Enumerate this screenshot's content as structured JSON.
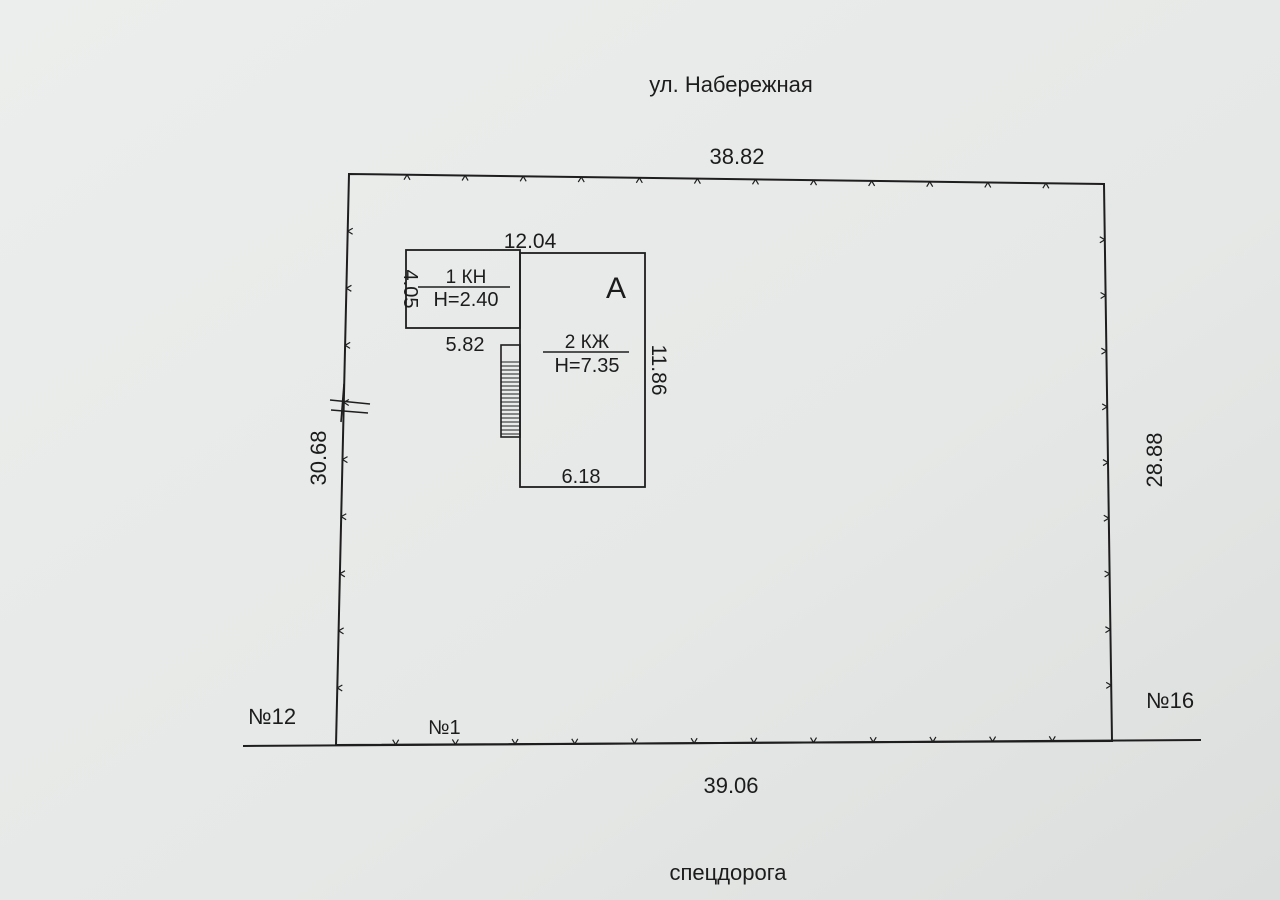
{
  "labels": {
    "street_top": "ул. Набережная",
    "street_bottom": "спецдорога",
    "neighbor_left": "№12",
    "neighbor_right": "№16",
    "plot_number": "№1"
  },
  "dimensions": {
    "top": "38.82",
    "bottom": "39.06",
    "left": "30.68",
    "right": "28.88",
    "building_top": "12.04",
    "annex_height": "4.05",
    "annex_inner": "5.82",
    "main_height": "11.86",
    "main_bottom": "6.18"
  },
  "buildings": {
    "annex_name": "1 КН",
    "annex_h": "Н=2.40",
    "main_letter": "А",
    "main_name": "2 КЖ",
    "main_h": "Н=7.35"
  },
  "colors": {
    "paper": "#e9ebea",
    "ink": "#1e1e1e"
  }
}
